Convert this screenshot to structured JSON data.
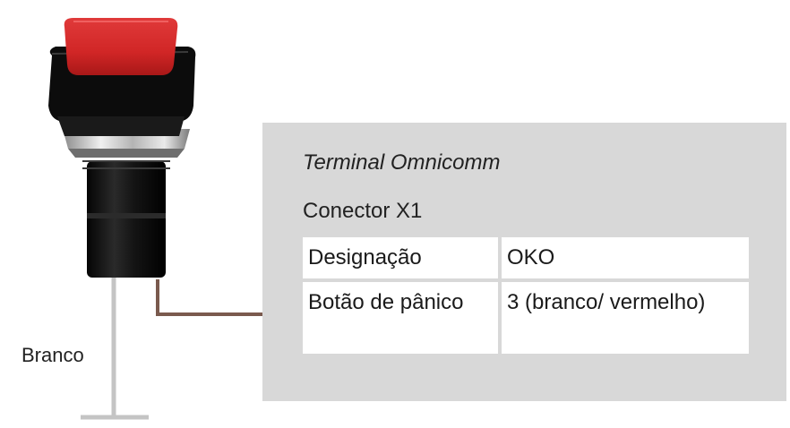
{
  "terminal": {
    "title": "Terminal Omnicomm",
    "connector": "Conector X1"
  },
  "table": {
    "header": [
      "Designação",
      "OKO"
    ],
    "rows": [
      [
        "Botão de pânico",
        "3 (branco/ vermelho)"
      ]
    ]
  },
  "button": {
    "wire_label": "Branco",
    "cap_color": "#d42a2a",
    "body_color": "#111111"
  },
  "colors": {
    "panel": "#d8d8d8",
    "signal_wire": "#7a5a4e",
    "ground_wire": "#c4c4c4"
  }
}
